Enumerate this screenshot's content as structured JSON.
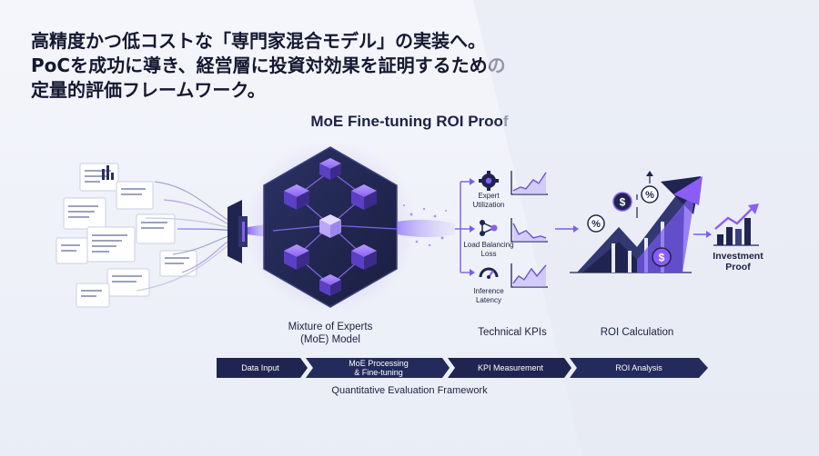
{
  "headline": {
    "line1": "高精度かつ低コストな「専門家混合モデル」の実装へ。",
    "line2": "PoCを成功に導き、経営層に投資対効果を証明するための",
    "line3": "定量的評価フレームワーク。"
  },
  "diagram_title": "MoE Fine-tuning ROI Proof",
  "moe_label": {
    "line1": "Mixture of Experts",
    "line2": "(MoE) Model"
  },
  "kpis": [
    {
      "line1": "Expert",
      "line2": "Utilization"
    },
    {
      "line1": "Load Balancing",
      "line2": "Loss"
    },
    {
      "line1": "Inference",
      "line2": "Latency"
    }
  ],
  "technical_kpis_label": "Technical KPIs",
  "roi_calculation_label": "ROI Calculation",
  "investment_proof": {
    "line1": "Investment",
    "line2": "Proof"
  },
  "roi_symbols": {
    "dollar": "$",
    "percent": "%"
  },
  "pipeline": [
    {
      "line1": "Data Input",
      "line2": ""
    },
    {
      "line1": "MoE Processing",
      "line2": "& Fine-tuning"
    },
    {
      "line1": "KPI Measurement",
      "line2": ""
    },
    {
      "line1": "ROI Analysis",
      "line2": ""
    }
  ],
  "framework_label": "Quantitative Evaluation Framework",
  "colors": {
    "navy": "#1f2550",
    "purple": "#8b5cf6",
    "deep_purple": "#5b3fc4",
    "cube_dark": "#2a2f5a",
    "bg": "#f1f3f9"
  },
  "icons": [
    "document-icon",
    "funnel-icon",
    "gear-icon",
    "network-icon",
    "gauge-icon",
    "trend-chart-icon",
    "dollar-coin-icon",
    "percent-coin-icon",
    "rising-arrow-icon"
  ]
}
